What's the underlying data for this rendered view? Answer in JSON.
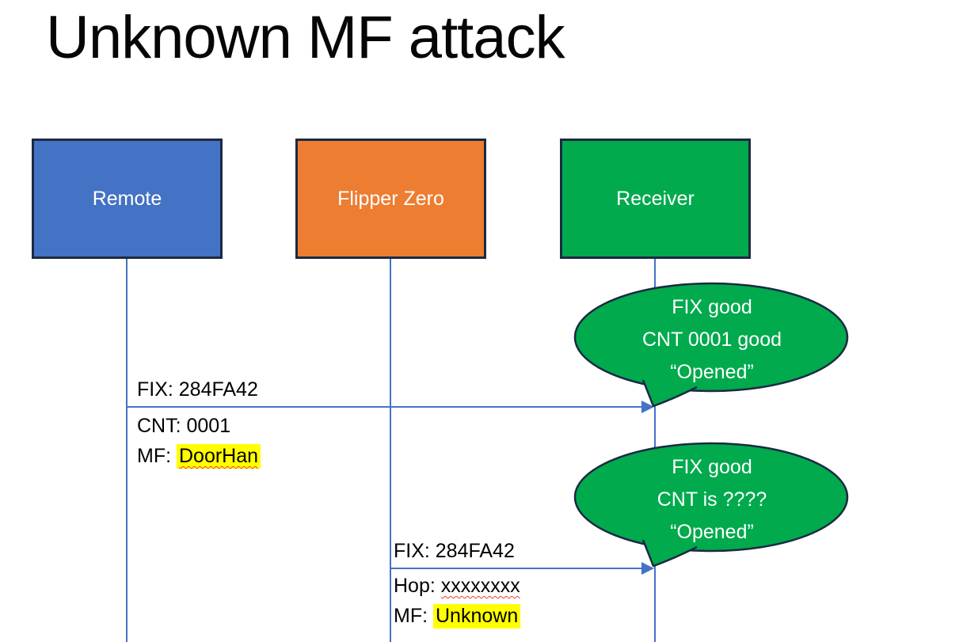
{
  "title": "Unknown MF attack",
  "actors": [
    {
      "label": "Remote",
      "color": "#4472C4"
    },
    {
      "label": "Flipper Zero",
      "color": "#ED7D31"
    },
    {
      "label": "Receiver",
      "color": "#00AA4D"
    }
  ],
  "message1": {
    "fix": "FIX: 284FA42",
    "cnt": "CNT: 0001",
    "mf_prefix": "MF: ",
    "mf_value": "DoorHan"
  },
  "message2": {
    "fix": "FIX: 284FA42",
    "hop_prefix": "Hop: ",
    "hop_value": "xxxxxxxx",
    "mf_prefix": "MF: ",
    "mf_value": "Unknown"
  },
  "bubble1": {
    "line1": "FIX good",
    "line2": "CNT 0001 good",
    "line3": "“Opened”"
  },
  "bubble2": {
    "line1": "FIX good",
    "line2": "CNT is ????",
    "line3": "“Opened”"
  },
  "colors": {
    "lifeline_blue": "#4472C4",
    "shape_border_navy": "#1B2A41",
    "callout_green": "#00AA4D",
    "highlight_yellow": "#FFFF00",
    "squiggle_red": "#EF3E23"
  }
}
